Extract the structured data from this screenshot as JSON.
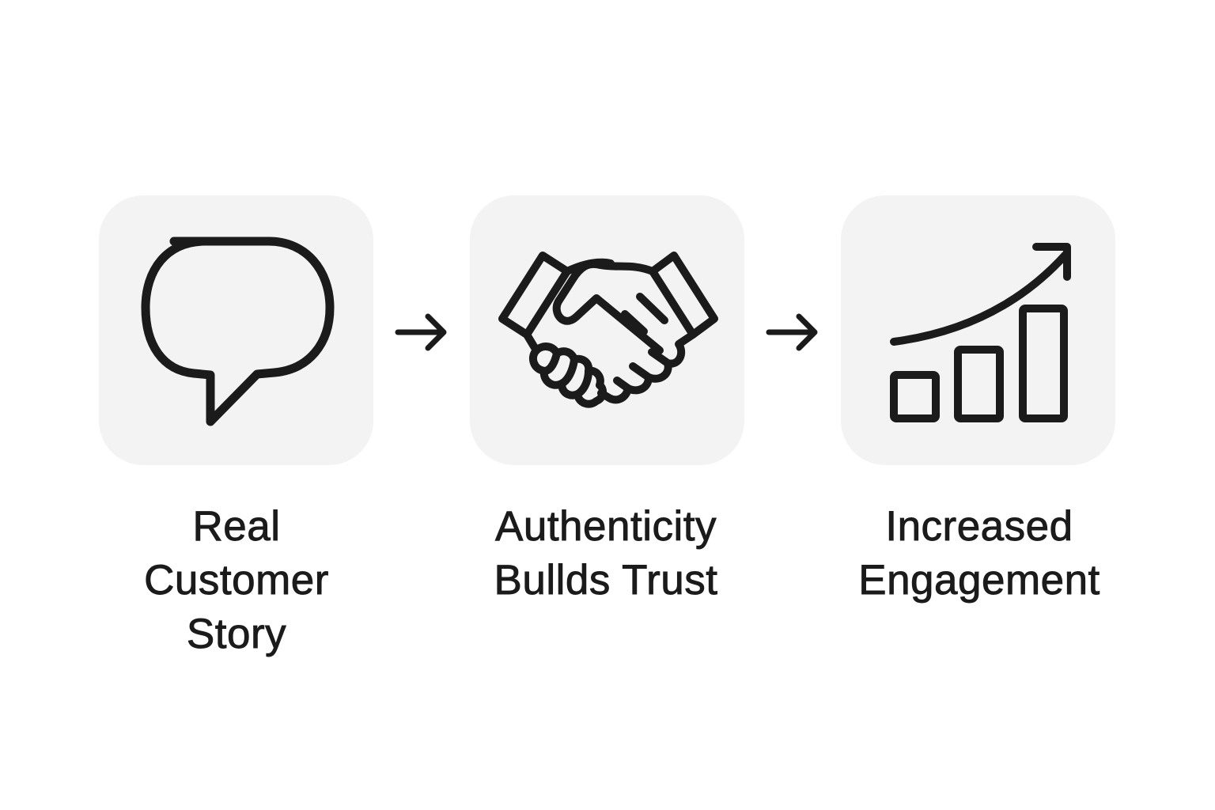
{
  "diagram": {
    "type": "process-flow",
    "colors": {
      "background": "#ffffff",
      "box_fill": "#f3f3f3",
      "stroke": "#1b1b1b",
      "text": "#1b1b1b"
    },
    "steps": [
      {
        "icon": "speech-bubble-icon",
        "label_lines": [
          "Real",
          "Customer",
          "Story"
        ]
      },
      {
        "icon": "handshake-icon",
        "label_lines": [
          "Authenticity",
          "Bullds Trust"
        ]
      },
      {
        "icon": "growth-chart-icon",
        "label_lines": [
          "Increased",
          "Engagement"
        ]
      }
    ],
    "connectors": [
      {
        "from": 0,
        "to": 1,
        "icon": "arrow-right-icon"
      },
      {
        "from": 1,
        "to": 2,
        "icon": "arrow-right-icon"
      }
    ]
  }
}
